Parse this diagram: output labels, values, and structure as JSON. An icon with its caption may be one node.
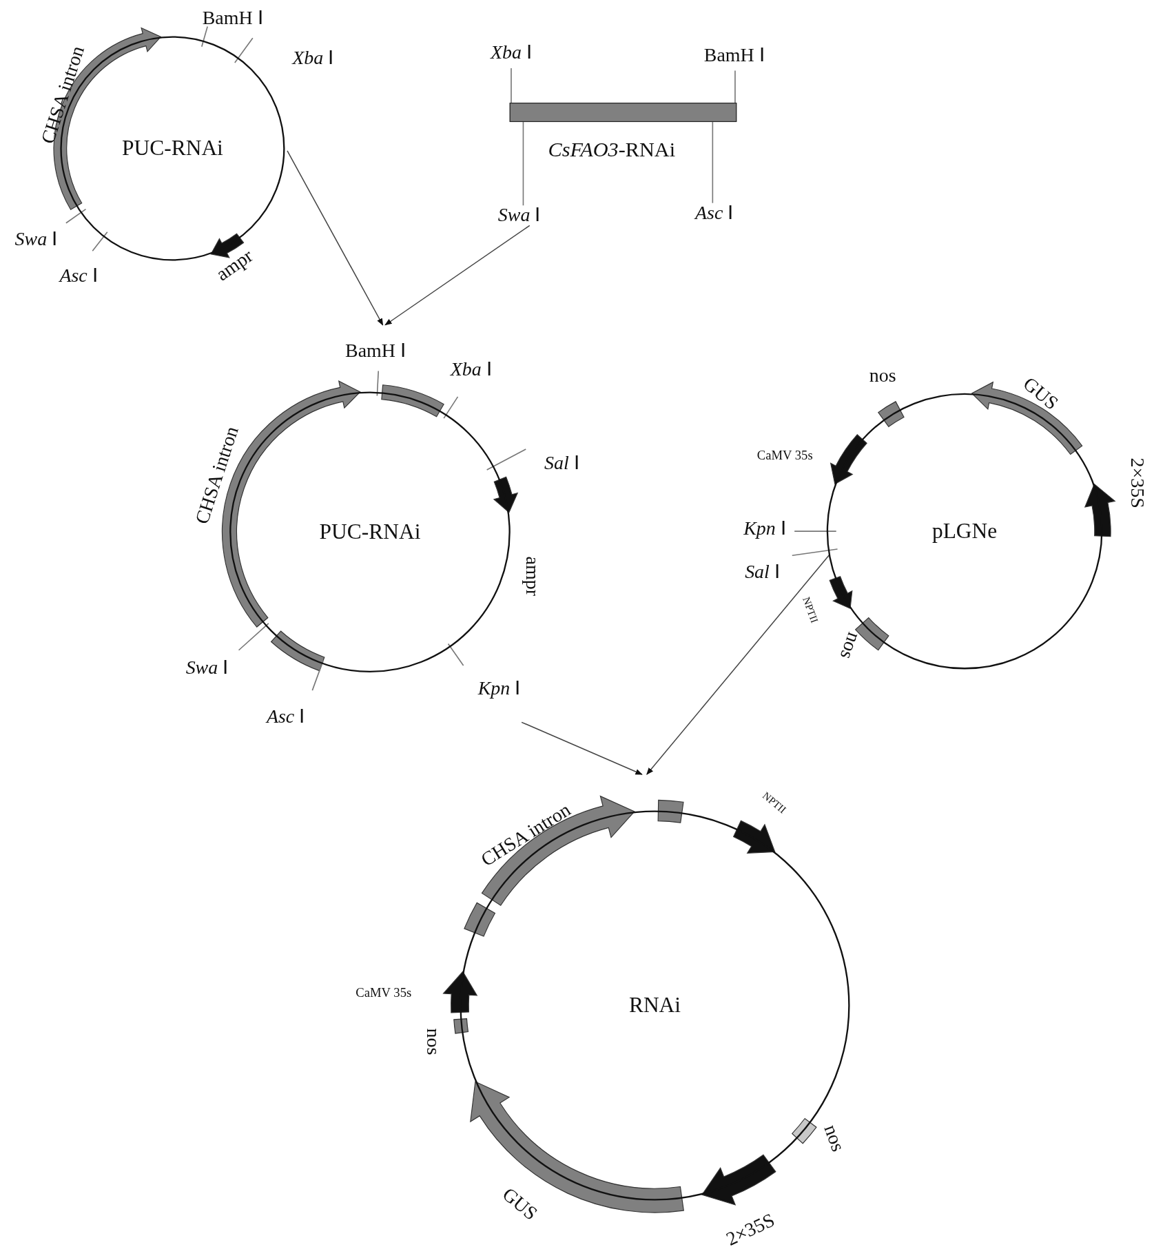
{
  "diagram": {
    "nodes": [
      {
        "text": [
          "PUC-RNAi"
        ],
        "beside": [
          "BamH Ⅰ",
          "*Xba* Ⅰ",
          "*Swa* Ⅰ",
          "*Asc* Ⅰ",
          "ampr"
        ]
      },
      {
        "text": [
          "*CsFAO3*-RNAi"
        ],
        "beside": [
          "*Xba* Ⅰ",
          "BamH Ⅰ"
        ]
      },
      {
        "text": [
          "*Swa* Ⅰ"
        ]
      },
      {
        "text": [
          "*Asc* Ⅰ"
        ]
      },
      {
        "text": [
          "PUC-RNAi"
        ],
        "beside": [
          "BamH Ⅰ",
          "*Xba* Ⅰ",
          "*Sal* Ⅰ",
          "CHSA intron",
          "ampr",
          "*Swa* Ⅰ",
          "*Asc* Ⅰ",
          "*Kpn* Ⅰ"
        ]
      },
      {
        "text": [
          "pLGNe"
        ],
        "beside": [
          "nos",
          "CaMV 35s",
          "2×35S",
          "*Kpn* Ⅰ",
          "*Sal* Ⅰ",
          "NPTII"
        ]
      },
      {
        "text": [
          "RNAi"
        ],
        "beside": [
          "NPTII",
          "CaMV 35s",
          "nos",
          "GUS",
          "2×35S"
        ]
      }
    ],
    "edges": [
      {
        "from": 0,
        "to": 4,
        "arrow": "to"
      },
      {
        "from": 2,
        "to": 4,
        "arrow": "to"
      },
      {
        "from": 4,
        "to": 6,
        "arrow": "to"
      },
      {
        "from": 5,
        "to": 6,
        "arrow": "to"
      },
      {
        "from": 2,
        "to": 1,
        "arrow": "none"
      },
      {
        "from": 3,
        "to": 1,
        "arrow": "none"
      }
    ],
    "labels": [
      "CHSA intron",
      "GUS",
      "nos",
      "CHSA intron",
      "nos"
    ]
  }
}
